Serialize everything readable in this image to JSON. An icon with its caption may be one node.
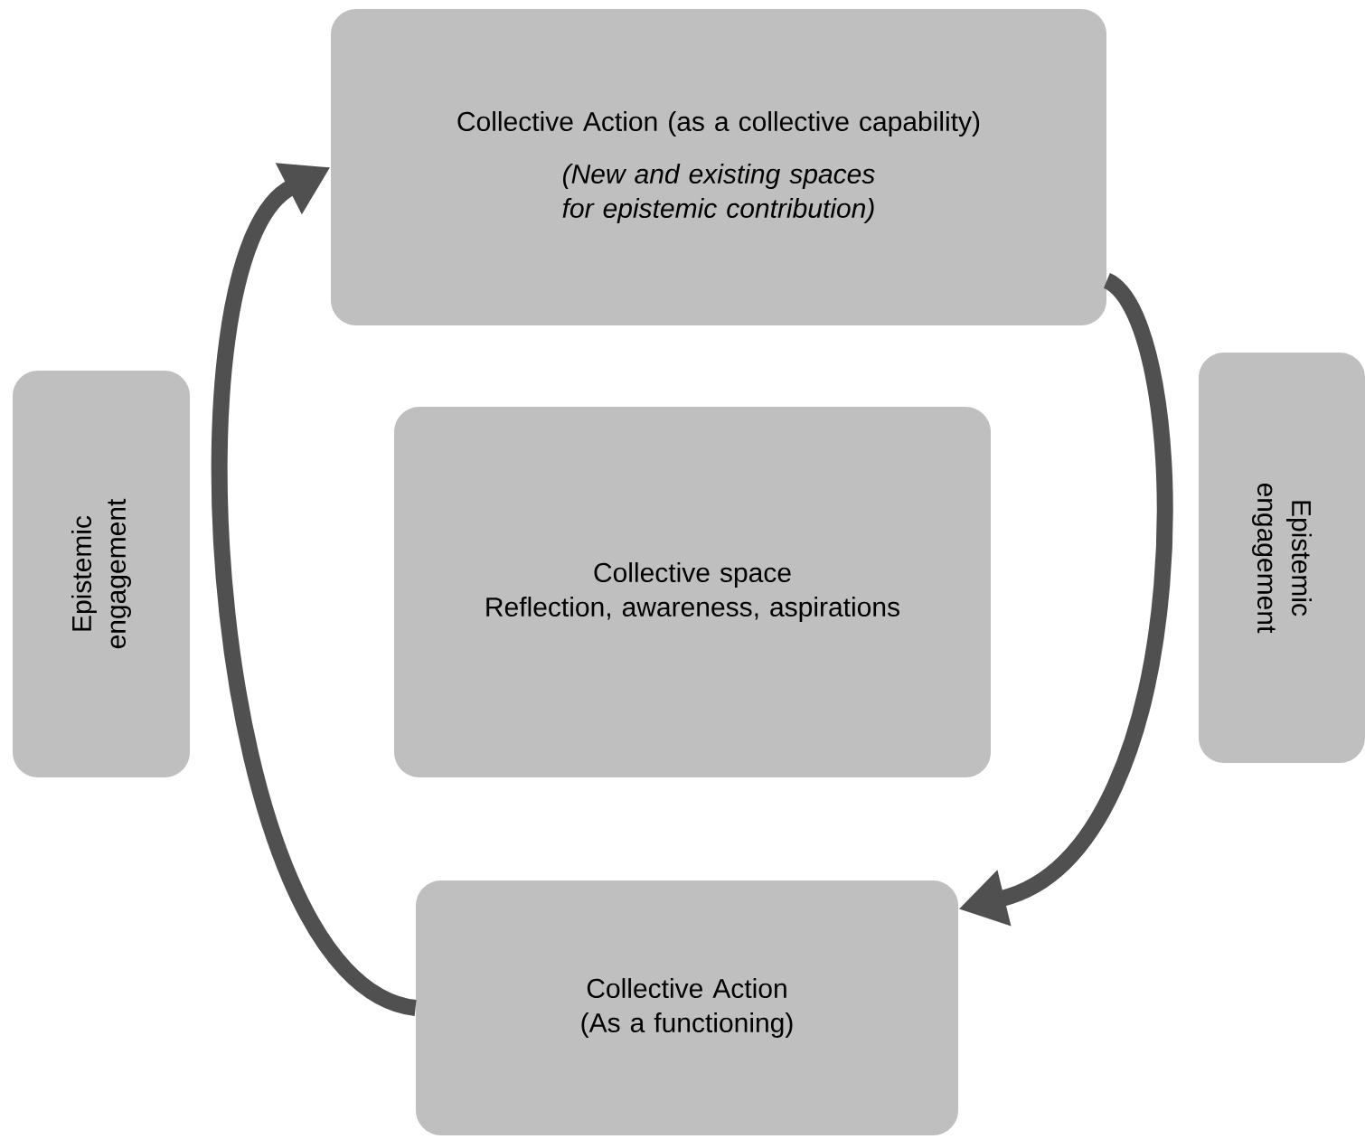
{
  "diagram": {
    "nodes": [
      {
        "text": [
          "Collective Action (as a collective capability)",
          "(New and existing spaces for epistemic contribution)"
        ]
      },
      {
        "text": [
          "Epistemic engagement"
        ]
      },
      {
        "text": [
          "Collective space",
          "Reflection, awareness, aspirations"
        ]
      },
      {
        "text": [
          "Epistemic engagement"
        ]
      },
      {
        "text": [
          "Collective Action (As a functioning)"
        ]
      }
    ],
    "edges": [
      {
        "from": 4,
        "to": 0,
        "arrow": "to"
      },
      {
        "from": 0,
        "to": 4,
        "arrow": "to"
      }
    ]
  }
}
